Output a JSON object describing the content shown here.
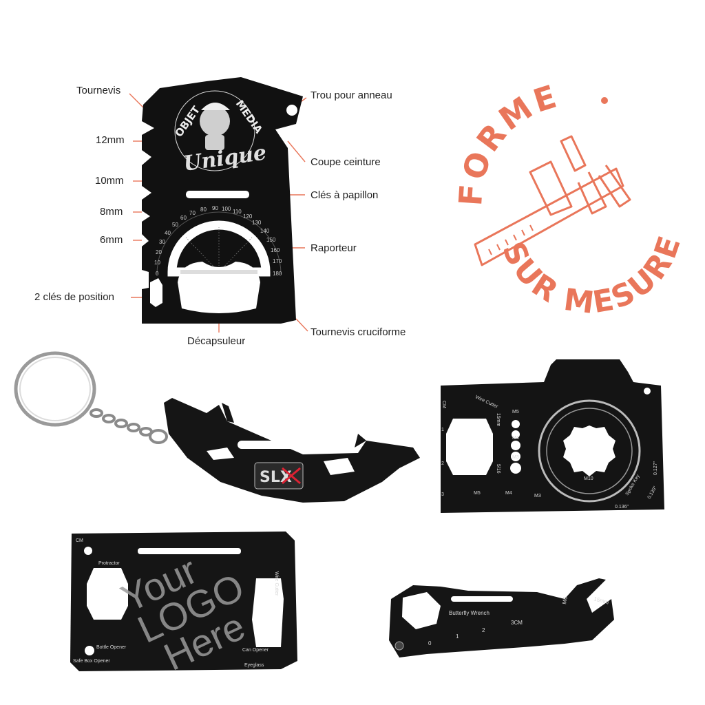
{
  "diagram": {
    "labels_left": [
      "Tournevis",
      "12mm",
      "10mm",
      "8mm",
      "6mm",
      "2 clés de position"
    ],
    "labels_right": [
      "Trou pour anneau",
      "Coupe ceinture",
      "Clés à papillon",
      "Raporteur",
      "Tournevis cruciforme"
    ],
    "label_bottom": "Décapsuleur",
    "logo": {
      "line1": "OBJET MEDIA",
      "line2": "Unique"
    },
    "protractor_ticks": [
      "0",
      "10",
      "20",
      "30",
      "40",
      "50",
      "60",
      "70",
      "80",
      "90",
      "100",
      "110",
      "120",
      "130",
      "140",
      "150",
      "160",
      "170",
      "180"
    ]
  },
  "badge": {
    "top_text": "FORME",
    "bottom_text": "SUR MESURE",
    "color": "#e9765a",
    "icon": "caliper-icon"
  },
  "tools": {
    "bumper": {
      "logo_text": "SLX",
      "icon": "keyring-icon"
    },
    "camera": {
      "labels": [
        "Wire Cutter",
        "15mm",
        "M5",
        "M4",
        "M3",
        "M10",
        "M5",
        "M4",
        "M3",
        "5/16",
        "Spoke Key",
        "0.127\"",
        "0.130\"",
        "0.136\"",
        "CM",
        "1",
        "2",
        "3"
      ]
    },
    "card": {
      "labels": [
        "CM",
        "Protractor",
        "Bottle Opener",
        "Safe Box Opener",
        "Eyeglass",
        "Can Opener",
        "Wire Cutter"
      ],
      "logo_line1": "Your",
      "logo_line2": "LOGO",
      "logo_line3": "Here"
    },
    "wrench": {
      "labels": [
        "Butterfly Wrench",
        "3CM",
        "M6",
        "15mm",
        "0",
        "1",
        "2"
      ]
    }
  }
}
